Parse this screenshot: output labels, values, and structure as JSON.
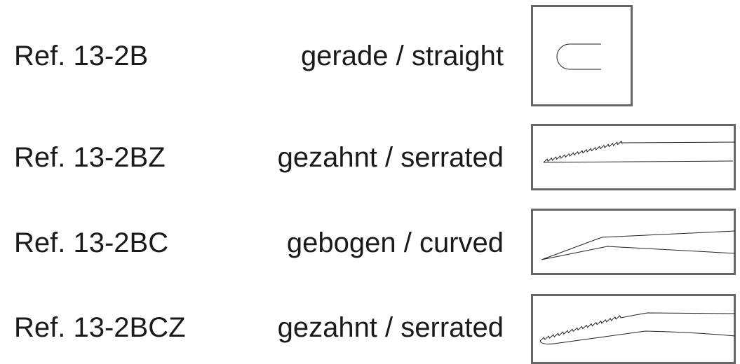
{
  "rows": [
    {
      "ref": "Ref. 13-2B",
      "desc": "gerade / straight"
    },
    {
      "ref": "Ref. 13-2BZ",
      "desc": "gezahnt / serrated"
    },
    {
      "ref": "Ref. 13-2BC",
      "desc": "gebogen / curved"
    },
    {
      "ref": "Ref. 13-2BCZ",
      "desc": "gezahnt / serrated"
    }
  ]
}
